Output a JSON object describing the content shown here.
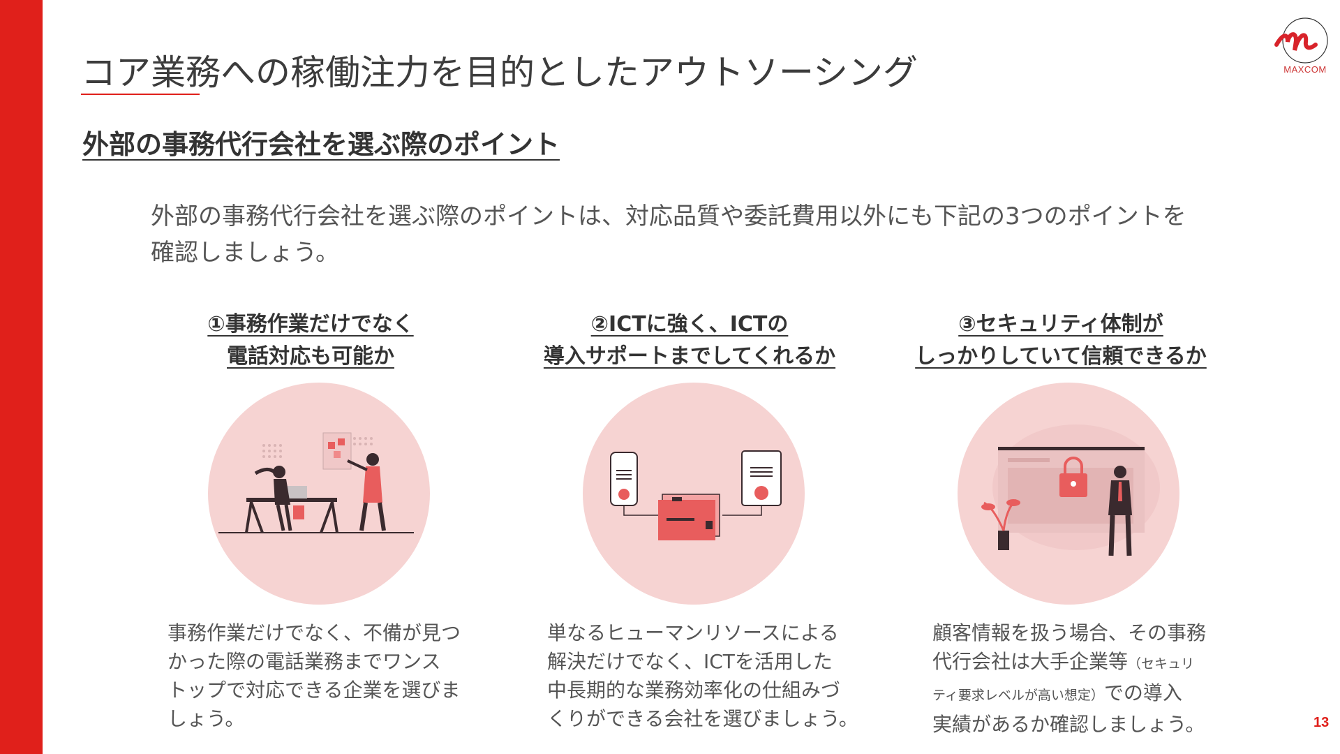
{
  "header": {
    "title": "コア業務への稼働注力を目的としたアウトソーシング",
    "logo_text": "MAXCOM"
  },
  "section": {
    "subtitle": "外部の事務代行会社を選ぶ際のポイント",
    "intro_line1": "外部の事務代行会社を選ぶ際のポイントは、対応品質や委託費用以外にも下記の3つのポイントを",
    "intro_line2": "確認しましょう。"
  },
  "cards": [
    {
      "heading_line1": "①事務作業だけでなく",
      "heading_line2": "電話対応も可能か",
      "icon": "office-workers-illustration",
      "body_lines": [
        "事務作業だけでなく、不備が見つ",
        "かった際の電話業務までワンス",
        "トップで対応できる企業を選びま",
        "しょう。"
      ]
    },
    {
      "heading_line1": "②ICTに強く、ICTの",
      "heading_line2": "導入サポートまでしてくれるか",
      "icon": "devices-connected-illustration",
      "body_lines": [
        "単なるヒューマンリソースによる",
        "解決だけでなく、ICTを活用した",
        "中長期的な業務効率化の仕組みづ",
        "くりができる会社を選びましょう。"
      ]
    },
    {
      "heading_line1": "③セキュリティ体制が",
      "heading_line2": "しっかりしていて信頼できるか",
      "icon": "security-lock-illustration",
      "body_line1": "顧客情報を扱う場合、その事務",
      "body_line2_main": "代行会社は大手企業等",
      "body_line2_small": "（セキュリ",
      "body_line3_small": "ティ要求レベルが高い想定）",
      "body_line3_main": "での導入",
      "body_line4": "実績があるか確認しましょう。"
    }
  ],
  "footer": {
    "page_number": "13"
  },
  "colors": {
    "accent": "#e0201b",
    "circle": "#f6d3d2",
    "text": "#444444"
  }
}
